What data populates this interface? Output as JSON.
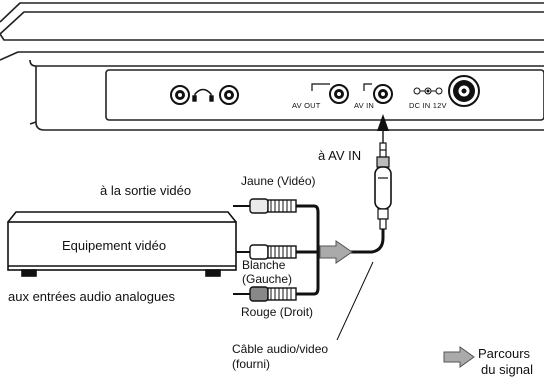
{
  "device_ports": {
    "av_out": "AV OUT",
    "av_in": "AV IN",
    "dc_in": "DC IN 12V"
  },
  "labels": {
    "to_av_in": "à AV IN",
    "to_video_out": "à la sortie vidéo",
    "yellow": "Jaune (Vidéo)",
    "white_line1": "Blanche",
    "white_line2": "(Gauche)",
    "red": "Rouge (Droit)",
    "equipment": "Equipement vidéo",
    "to_audio_inputs": "aux entrées audio analogues",
    "cable_line1": "Câble audio/video",
    "cable_line2": "(fourni)",
    "legend_line1": "Parcours",
    "legend_line2": "du signal"
  },
  "icons": [
    "headphones-icon",
    "dc-polarity-icon",
    "signal-arrow-icon",
    "av-in-arrow-icon"
  ]
}
